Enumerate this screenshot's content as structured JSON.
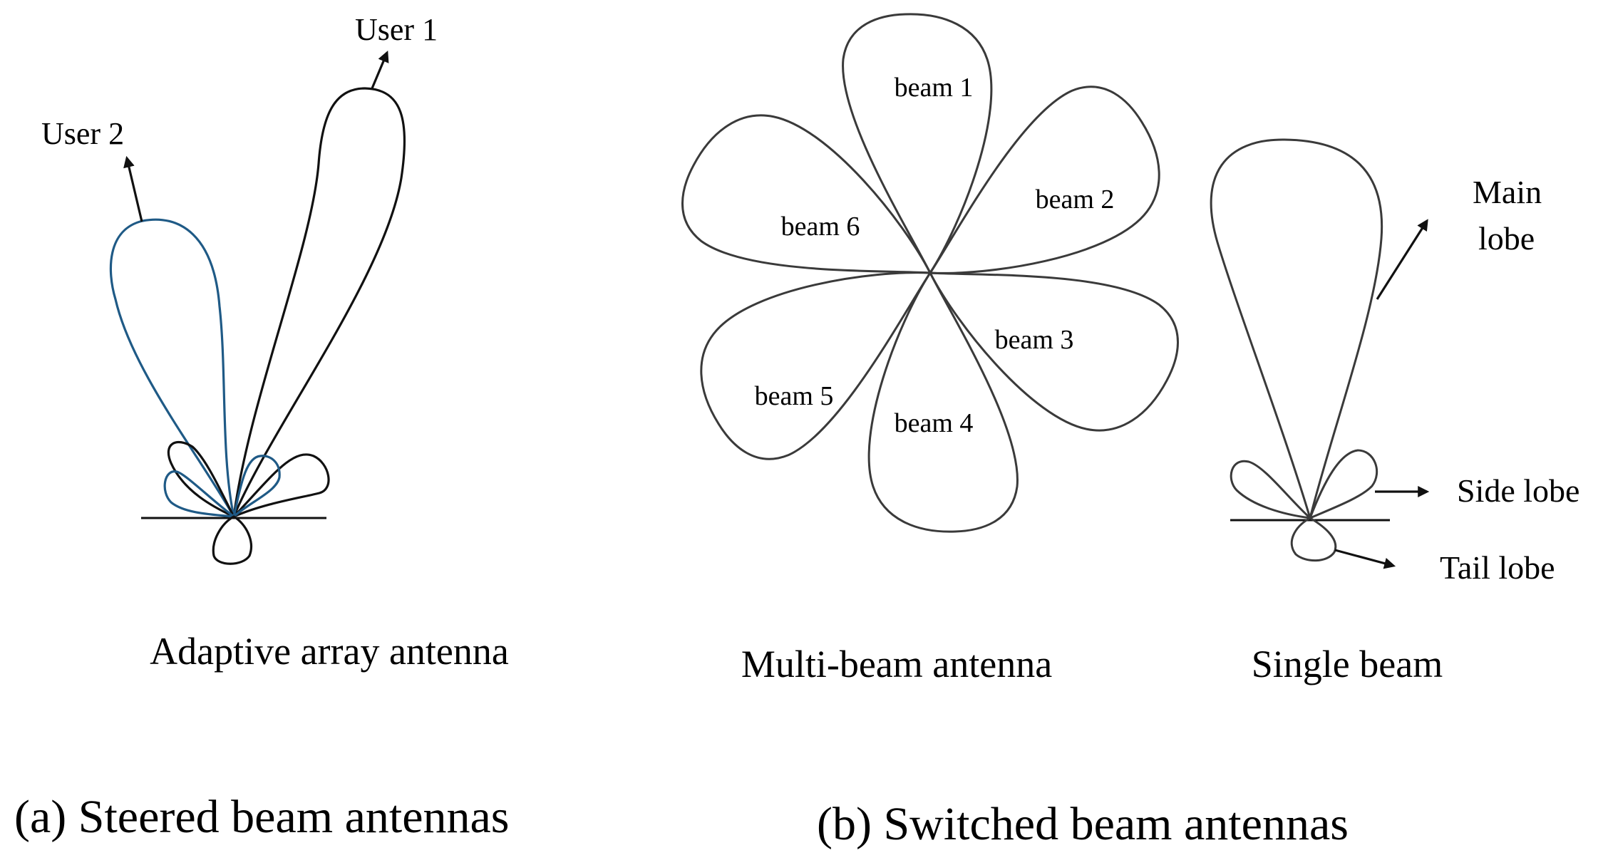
{
  "colors": {
    "background": "#ffffff",
    "line": "#3a3a3a",
    "ink": "#111111",
    "user2_beam": "#1f5a86"
  },
  "panel_a": {
    "caption": "(a) Steered beam antennas",
    "subtitle": "Adaptive array antenna",
    "user1_label": "User 1",
    "user2_label": "User 2"
  },
  "panel_b": {
    "caption": "(b) Switched beam antennas",
    "multi_subtitle": "Multi-beam antenna",
    "single_subtitle": "Single beam",
    "beams": [
      "beam 1",
      "beam 2",
      "beam 3",
      "beam 4",
      "beam 5",
      "beam 6"
    ],
    "main_lobe_line1": "Main",
    "main_lobe_line2": "lobe",
    "side_lobe": "Side lobe",
    "tail_lobe": "Tail lobe"
  }
}
